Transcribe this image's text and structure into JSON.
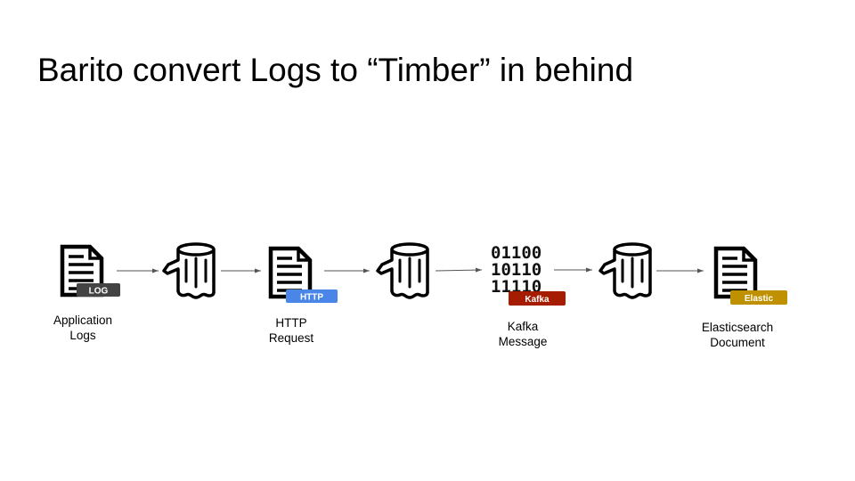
{
  "slide": {
    "title": "Barito convert Logs to “Timber” in behind"
  },
  "diagram": {
    "nodes": [
      {
        "id": "application-logs",
        "icon": "document-icon",
        "badge": "LOG",
        "badge_color": "#434343",
        "caption_line1": "Application",
        "caption_line2": "Logs"
      },
      {
        "id": "converter-1",
        "icon": "log-stump-icon"
      },
      {
        "id": "http-request",
        "icon": "document-icon",
        "badge": "HTTP",
        "badge_color": "#4a86e8",
        "caption_line1": "HTTP",
        "caption_line2": "Request"
      },
      {
        "id": "converter-2",
        "icon": "log-stump-icon"
      },
      {
        "id": "kafka-message",
        "icon": "binary-icon",
        "badge": "Kafka",
        "badge_color": "#a61c00",
        "bits": [
          "01100",
          "10110",
          "11110"
        ],
        "caption_line1": "Kafka",
        "caption_line2": "Message"
      },
      {
        "id": "converter-3",
        "icon": "log-stump-icon"
      },
      {
        "id": "elasticsearch-document",
        "icon": "document-icon",
        "badge": "Elastic",
        "badge_color": "#bf9000",
        "caption_line1": "Elasticsearch",
        "caption_line2": "Document"
      }
    ],
    "arrow_color": "#555555"
  }
}
